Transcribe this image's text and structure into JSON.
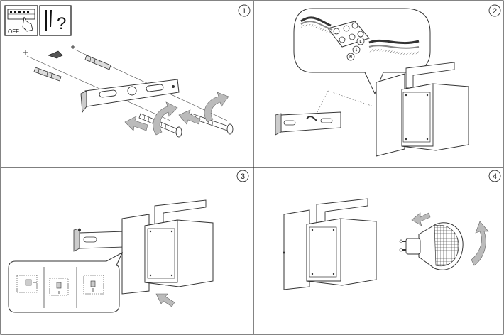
{
  "panels": [
    {
      "number": "1"
    },
    {
      "number": "2"
    },
    {
      "number": "3"
    },
    {
      "number": "4"
    }
  ],
  "warning": {
    "off_text": "OFF",
    "question_mark": "?"
  },
  "wire_labels": {
    "live": "L",
    "earth": "⏚",
    "neutral": "N"
  },
  "icons": [
    "breaker-off-icon",
    "tools-icon",
    "screw-icon",
    "wall-plug-icon",
    "arrow-icon",
    "gu10-bulb-icon"
  ],
  "colors": {
    "line": "#333333",
    "fill_grey": "#cccccc",
    "background": "#ffffff"
  }
}
